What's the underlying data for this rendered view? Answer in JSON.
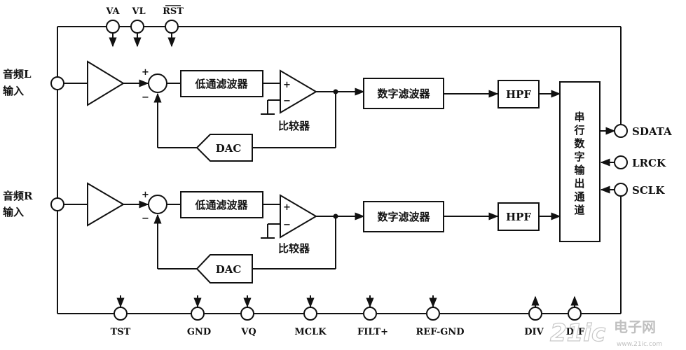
{
  "pins_top": [
    "VA",
    "VL",
    "RST"
  ],
  "inputs": {
    "left_line1": "音频L",
    "left_line2": "输入",
    "right_line1": "音频R",
    "right_line2": "输入"
  },
  "blocks": {
    "lpf": "低通滤波器",
    "comparator": "比较器",
    "dac": "DAC",
    "digital_filter": "数字滤波器",
    "hpf": "HPF",
    "serial_output": [
      "串",
      "行",
      "数",
      "字",
      "输",
      "出",
      "通",
      "道"
    ]
  },
  "signs": {
    "plus": "+",
    "minus": "−"
  },
  "pins_right": [
    "SDATA",
    "LRCK",
    "SCLK"
  ],
  "pins_bottom": [
    "TST",
    "GND",
    "VQ",
    "MCLK",
    "FILT+",
    "REF-GND",
    "DIV",
    "DIF"
  ],
  "watermark": {
    "logo": "21ic",
    "cn": "电子网",
    "url": "www.21ic.com"
  },
  "colors": {
    "line": "#111111",
    "watermark": "#c0c0c0"
  }
}
